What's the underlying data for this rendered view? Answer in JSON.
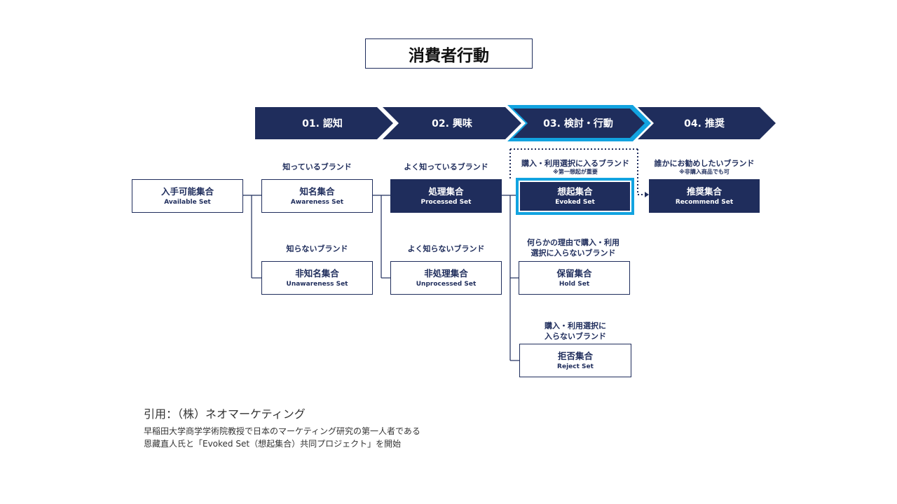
{
  "title": "消費者行動",
  "stages": [
    {
      "label": "01. 認知"
    },
    {
      "label": "02. 興味"
    },
    {
      "label": "03. 検討・行動"
    },
    {
      "label": "04. 推奨"
    }
  ],
  "boxes": {
    "available": {
      "jp": "入手可能集合",
      "en": "Available Set"
    },
    "awareness": {
      "jp": "知名集合",
      "en": "Awareness Set"
    },
    "unawareness": {
      "jp": "非知名集合",
      "en": "Unawareness Set"
    },
    "processed": {
      "jp": "処理集合",
      "en": "Processed Set"
    },
    "unprocessed": {
      "jp": "非処理集合",
      "en": "Unprocessed Set"
    },
    "evoked": {
      "jp": "想起集合",
      "en": "Evoked Set"
    },
    "hold": {
      "jp": "保留集合",
      "en": "Hold Set"
    },
    "reject": {
      "jp": "拒否集合",
      "en": "Reject Set"
    },
    "recommend": {
      "jp": "推奨集合",
      "en": "Recommend Set"
    }
  },
  "captions": {
    "awareness": "知っているブランド",
    "unawareness": "知らないブランド",
    "processed": "よく知っているブランド",
    "unprocessed": "よく知らないブランド",
    "evoked": "購入・利用選択に入るブランド",
    "evoked_note": "※第一想起が重要",
    "hold_1": "何らかの理由で購入・利用",
    "hold_2": "選択に入らないブランド",
    "reject_1": "購入・利用選択に",
    "reject_2": "入らないブランド",
    "recommend": "誰かにお勧めしたいブランド",
    "recommend_note": "※非購入商品でも可"
  },
  "citation": "引用：（株）ネオマーケティング",
  "notes": [
    "早稲田大学商学学術院教授で日本のマーケティング研究の第一人者である",
    "恩藏直人氏と「Evoked Set（想起集合）共同プロジェクト」を開始"
  ],
  "colors": {
    "navy": "#1f2d5c",
    "highlight": "#12a3e0"
  }
}
